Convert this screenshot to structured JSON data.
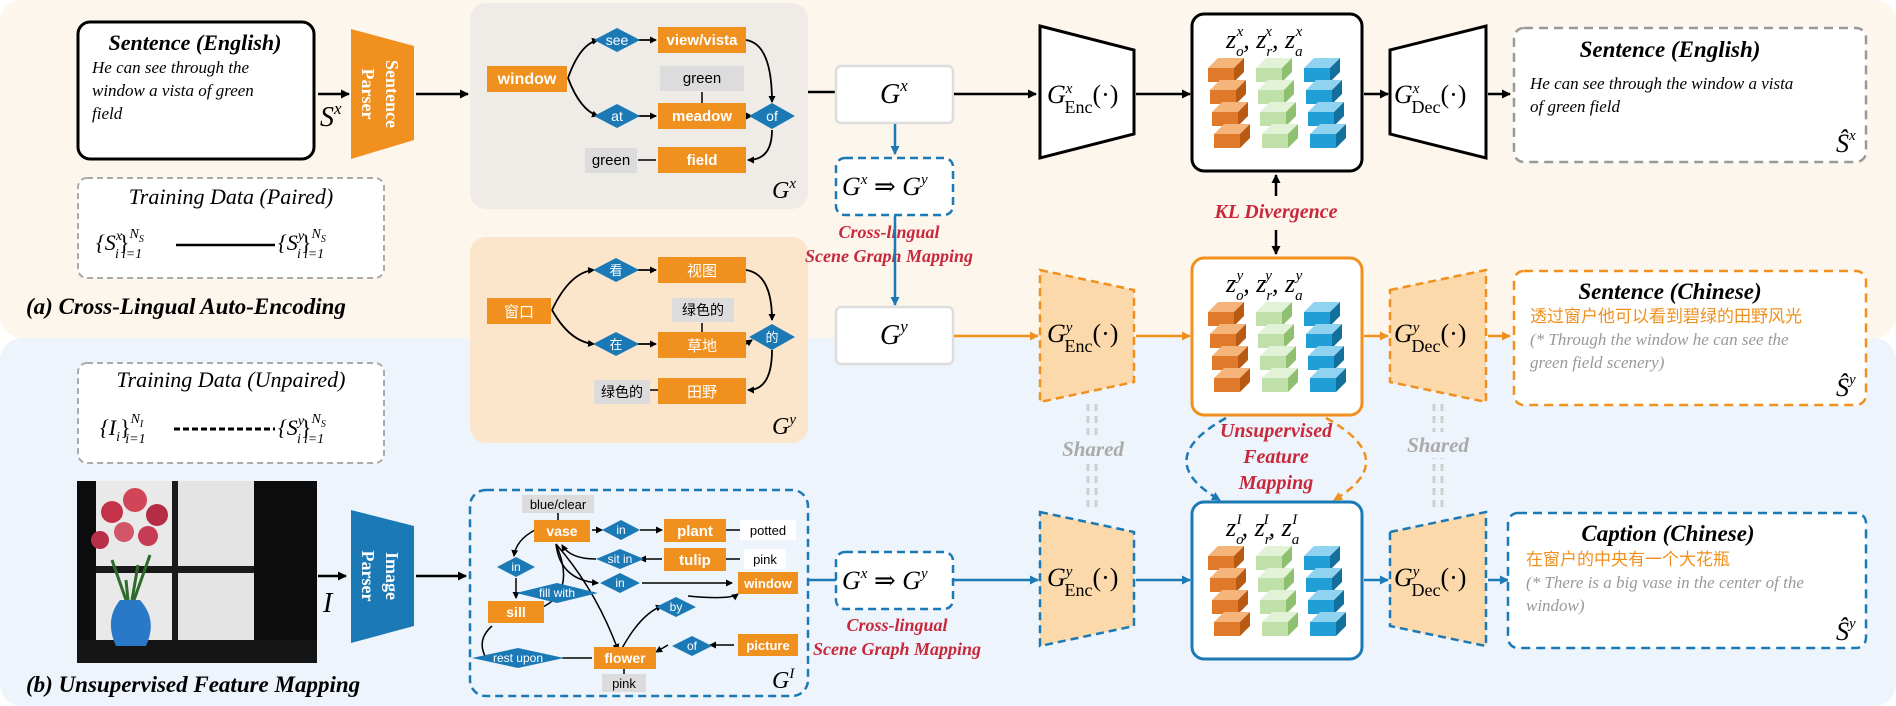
{
  "panels": {
    "a_label": "(a) Cross-Lingual Auto-Encoding",
    "b_label": "(b) Unsupervised Feature Mapping"
  },
  "sentence_en_input": {
    "title": "Sentence (English)",
    "text_lines": [
      "He can see through the",
      "window a vista of green",
      "field"
    ],
    "symbol": "S",
    "sup": "x"
  },
  "sentence_parser": {
    "line1": "Sentence",
    "line2": "Parser"
  },
  "image_parser": {
    "line1": "Image",
    "line2": "Parser"
  },
  "image_symbol": "I",
  "training_paired": {
    "title": "Training Data (Paired)",
    "left": "{S",
    "left_sub": "i",
    "left_sup": "x",
    "right": "{S",
    "right_sub": "i",
    "right_sup": "y",
    "range_sup": "N",
    "range_sup_sub": "S",
    "range_sub": "i=1"
  },
  "training_unpaired": {
    "title": "Training Data (Unpaired)",
    "left": "{I",
    "left_sub": "i",
    "range_left_sup": "N",
    "range_left_sup_sub": "I",
    "right": "{S",
    "right_sub": "i",
    "right_sup": "y",
    "range_sup": "N",
    "range_sup_sub": "S",
    "range_sub": "i=1"
  },
  "graph_en": {
    "nodes": {
      "window": "window",
      "see": "see",
      "view": "view/vista",
      "green1": "green",
      "at": "at",
      "meadow": "meadow",
      "of": "of",
      "green2": "green",
      "field": "field"
    },
    "label": "G",
    "sup": "x"
  },
  "graph_zh": {
    "nodes": {
      "window": "窗口",
      "see": "看",
      "view": "视图",
      "green1": "绿色的",
      "at": "在",
      "meadow": "草地",
      "of": "的",
      "green2": "绿色的",
      "field": "田野"
    },
    "label": "G",
    "sup": "y"
  },
  "graph_img": {
    "nodes": {
      "blueclear": "blue/clear",
      "vase": "vase",
      "in1": "in",
      "plant": "plant",
      "potted": "potted",
      "sitin": "sit in",
      "tulip": "tulip",
      "pink1": "pink",
      "in2": "in",
      "in3": "in",
      "window": "window",
      "fillwith": "fill with",
      "by": "by",
      "sill": "sill",
      "of": "of",
      "picture": "picture",
      "restupon": "rest upon",
      "flower": "flower",
      "pink2": "pink"
    },
    "label": "G",
    "sup": "I"
  },
  "mapping": {
    "gx": "G",
    "gx_sup": "x",
    "gy": "G",
    "gy_sup": "y",
    "top_caption": [
      "Cross-lingual",
      "Scene Graph Mapping"
    ],
    "bottom_caption": [
      "Cross-lingual",
      "Scene Graph Mapping"
    ]
  },
  "graph_boxes": {
    "gx": "G",
    "gx_sup": "x",
    "gy": "G",
    "gy_sup": "y"
  },
  "encoders": {
    "top": {
      "G": "G",
      "sup": "x",
      "sub": "Enc",
      "arg": "(·)"
    },
    "mid": {
      "G": "G",
      "sup": "y",
      "sub": "Enc",
      "arg": "(·)"
    },
    "bot": {
      "G": "G",
      "sup": "y",
      "sub": "Enc",
      "arg": "(·)"
    }
  },
  "decoders": {
    "top": {
      "G": "G",
      "sup": "x",
      "sub": "Dec",
      "arg": "(·)"
    },
    "mid": {
      "G": "G",
      "sup": "y",
      "sub": "Dec",
      "arg": "(·)"
    },
    "bot": {
      "G": "G",
      "sup": "y",
      "sub": "Dec",
      "arg": "(·)"
    }
  },
  "features": {
    "top": {
      "z": "z",
      "sup": "x",
      "subs": [
        "o",
        "r",
        "a"
      ]
    },
    "mid": {
      "z": "z",
      "sup": "y",
      "subs": [
        "o",
        "r",
        "a"
      ]
    },
    "bot": {
      "z": "z",
      "sup": "I",
      "subs": [
        "o",
        "r",
        "a"
      ]
    }
  },
  "kl_divergence": "KL Divergence",
  "unsupervised_mapping": [
    "Unsupervised",
    "Feature",
    "Mapping"
  ],
  "shared_label": "Shared",
  "outputs": {
    "en": {
      "title": "Sentence (English)",
      "lines": [
        "He can see through the window a vista",
        "of green field"
      ],
      "symbol": "Ŝ",
      "sup": "x"
    },
    "zh": {
      "title": "Sentence (Chinese)",
      "zh_line": "透过窗户他可以看到碧绿的田野风光",
      "lines": [
        "(* Through the window he can see the",
        "green field scenery)"
      ],
      "symbol": "Ŝ",
      "sup": "y"
    },
    "cap": {
      "title": "Caption (Chinese)",
      "zh_line": "在窗户的中央有一个大花瓶",
      "lines": [
        "(* There is a big vase in the center of the",
        "window)"
      ],
      "symbol": "Ŝ",
      "sup": "y"
    }
  },
  "colors": {
    "orange": "#f0901e",
    "blue": "#1b79b6",
    "red": "#c8283c",
    "bg_top": "#fdf6ec",
    "bg_bottom": "#eef4fb",
    "graph_en_bg": "#efece8",
    "graph_zh_bg": "#fbe6cc",
    "gray_text": "#999999"
  }
}
